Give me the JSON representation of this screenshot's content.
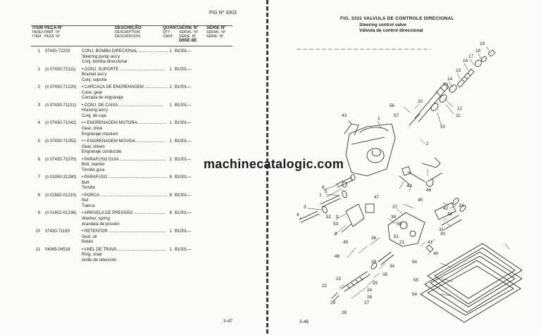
{
  "left_page": {
    "fig_ref": "FIG Nº 3303",
    "header": {
      "item": [
        "ITEM",
        "INDEX",
        "ITEM"
      ],
      "part": [
        "PEÇA Nº",
        "PART  Nº",
        "PEZA  Nº"
      ],
      "desc": [
        "DESCRIÇÃO",
        "DESCRIPTION",
        "DESCRIPCION"
      ],
      "qty": [
        "QUANT.",
        "QTY",
        "CANT."
      ],
      "serial_a": [
        "SÉRIE Nº",
        "SERIAL  Nº",
        "SERIE  Nº"
      ],
      "serial_b": [
        "SÉRIE Nº",
        "SERIAL  Nº",
        "SERIE  Nº"
      ],
      "model": "D65E-8E"
    },
    "rows": [
      {
        "item": "1",
        "part": "07430-72203",
        "desc": "CONJ. BOMBA DIRECIONAL .........................",
        "qty": "1",
        "serial": "B1001—",
        "en": "Steering pump ass'y",
        "es": "Conj. bomba direccional"
      },
      {
        "item": "1",
        "part": "(¤ 07430-72111)",
        "desc": "• CONJ. SUPORTE ......................................",
        "qty": "1",
        "serial": "B1001—",
        "en": "Bracket ass'y",
        "es": "Conj. soporte"
      },
      {
        "item": "2",
        "part": "(¤ 07430-71220)",
        "desc": "• CARCAÇA DE ENGRENAGEM ....................",
        "qty": "1",
        "serial": "B1001—",
        "en": "Case, gear",
        "es": "Carcaza de engranaje"
      },
      {
        "item": "3",
        "part": "(¤ 07430-71131)",
        "desc": "• CONJ. DE CAIXA ......................................",
        "qty": "1",
        "serial": "B1001—",
        "en": "Housing ass'y",
        "es": "Conj. de caja"
      },
      {
        "item": "4",
        "part": "(¤ 07430-71042)",
        "desc": "• • ENGRENAGEM MOTORA.........................",
        "qty": "1",
        "serial": "B1001—",
        "en": "Gear, drive",
        "es": "Engranaje impulsor"
      },
      {
        "item": "5",
        "part": "(¤ 07430-71052)",
        "desc": "• • ENGRENAGEM MOVIDA ........................",
        "qty": "1",
        "serial": "B1001—",
        "en": "Gear, driven",
        "es": "Engranaje conducido"
      },
      {
        "item": "6",
        "part": "(¤ 07430-71070)",
        "desc": "• PARAFUSO GUIA .......................................",
        "qty": "2",
        "serial": "B1001—",
        "en": "Bolt, reamer",
        "es": "Tornillo guía"
      },
      {
        "item": "7",
        "part": "(¤ 01050-31280)",
        "desc": "• PARAFUSO ..................................................",
        "qty": "6",
        "serial": "B1001—",
        "en": "Bolt",
        "es": "Tornillo"
      },
      {
        "item": "8",
        "part": "(¤ 01582-01210)",
        "desc": "• PORCA ..........................................................",
        "qty": "8",
        "serial": "B1001—",
        "en": "Nut",
        "es": "Tuerca"
      },
      {
        "item": "9",
        "part": "(¤ 01602-01236)",
        "desc": "• ARRUELA DE PRESSÃO ...........................",
        "qty": "8",
        "serial": "B1001—",
        "en": "Washer, spring",
        "es": "Arandela de presión"
      },
      {
        "item": "10",
        "part": "07430-71160",
        "desc": "• RETENTOR .................................................",
        "qty": "1",
        "serial": "B1001—",
        "en": "Seal, oil",
        "es": "Retén"
      },
      {
        "item": "11",
        "part": "04065-04518",
        "desc": "• ANEL DE TRAVA .........................................",
        "qty": "1",
        "serial": "B1001—",
        "en": "Ring, snap",
        "es": "Anillo de retención"
      }
    ],
    "page_number": "3-47"
  },
  "right_page": {
    "fig_title": "FIG. 3331  VALVULA DE CONTROLE DIRECIONAL",
    "fig_title_en": "Steering control valve",
    "fig_title_es": "Válvula de control direccional",
    "page_number": "3-48",
    "callouts": [
      "1",
      "2",
      "3",
      "4",
      "5",
      "6",
      "7",
      "8",
      "9",
      "10",
      "11",
      "12",
      "13",
      "14",
      "15",
      "16",
      "17",
      "18",
      "19",
      "20",
      "21",
      "22",
      "23",
      "24",
      "25",
      "26",
      "27",
      "28",
      "29",
      "30",
      "31",
      "32",
      "33",
      "34",
      "35",
      "36",
      "37",
      "38",
      "39",
      "40",
      "41",
      "42",
      "43",
      "44",
      "45",
      "46",
      "47",
      "48",
      "49",
      "50",
      "51",
      "52",
      "53",
      "54",
      "54",
      "55",
      "56",
      "57"
    ]
  },
  "watermark": "machinecatalogic.com"
}
